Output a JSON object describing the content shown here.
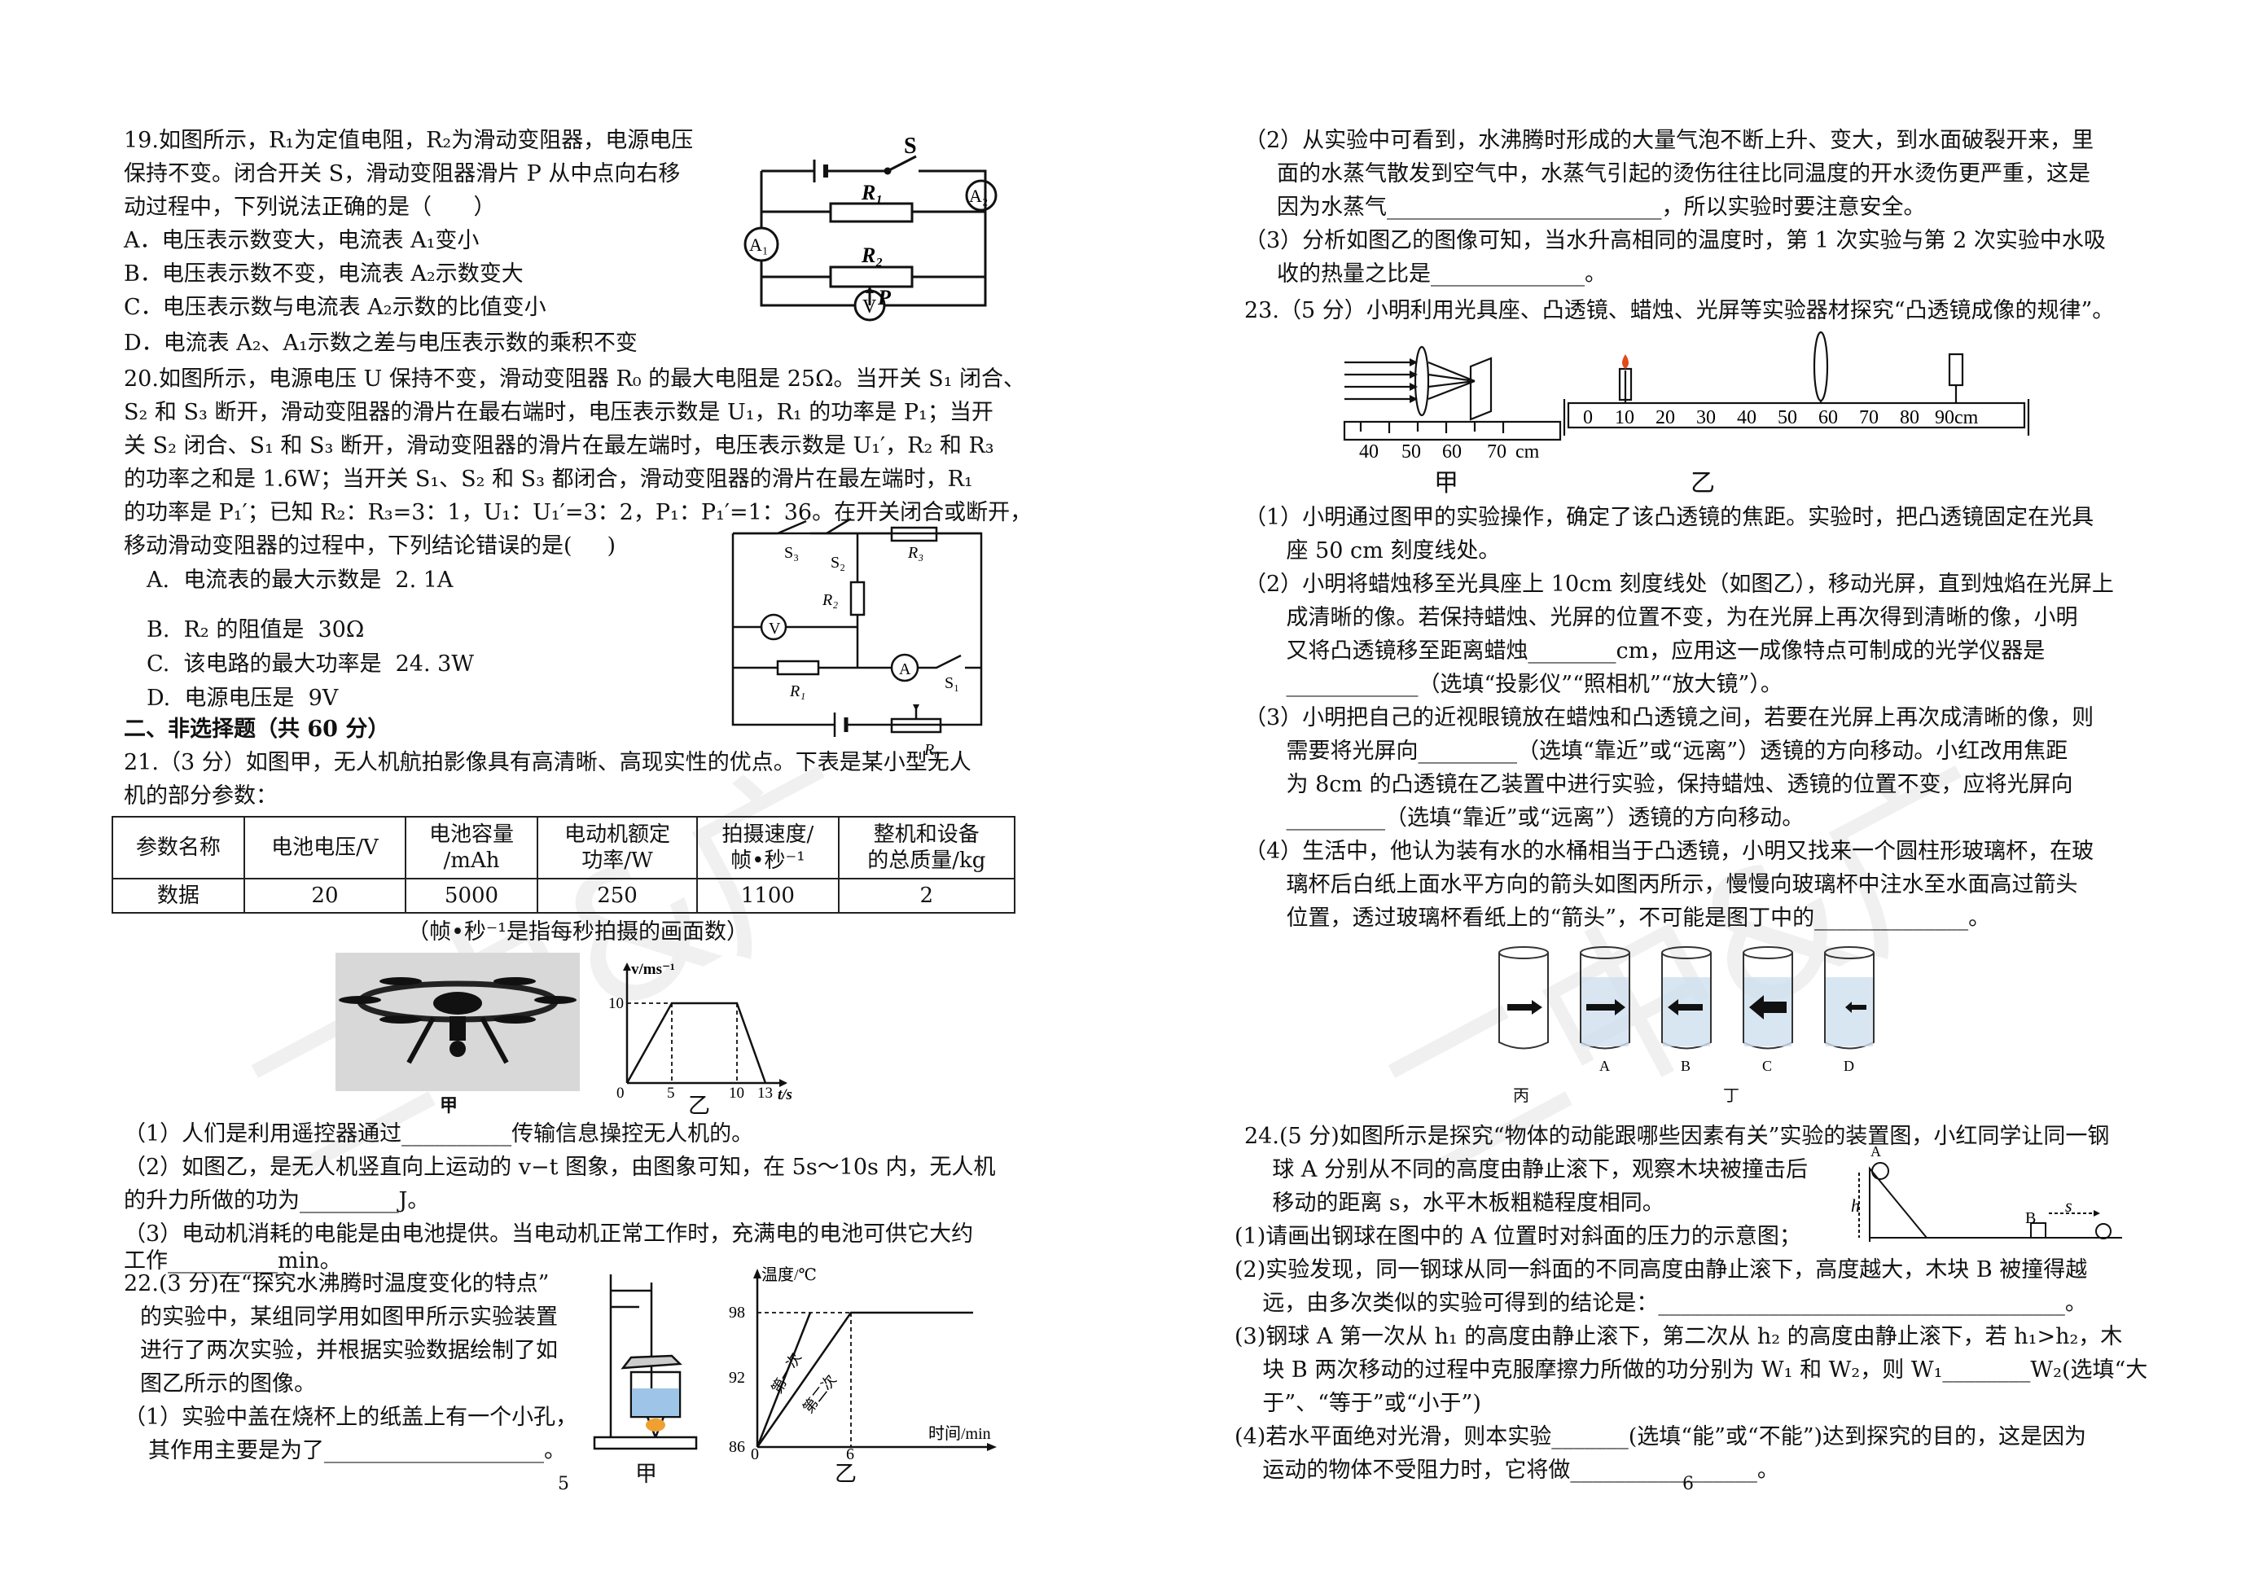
{
  "watermark": {
    "left": "二中&广",
    "right": "二中&广"
  },
  "left": {
    "q19": {
      "lines": [
        "19.如图所示，R₁为定值电阻，R₂为滑动变阻器，电源电压",
        "保持不变。闭合开关 S，滑动变阻器滑片 P 从中点向右移",
        "动过程中，下列说法正确的是（      ）",
        "A．电压表示数变大，电流表 A₁变小",
        "B．电压表示数不变，电流表 A₂示数变大",
        "C．电压表示数与电流表 A₂示数的比值变小",
        "D．电流表 A₂、A₁示数之差与电压表示数的乘积不变"
      ],
      "circuit_labels": {
        "s": "S",
        "r1": "R₁",
        "r2": "R₂",
        "a1": "A₁",
        "a2": "A₂",
        "v": "V",
        "p": "P"
      }
    },
    "q20": {
      "lines": [
        "20.如图所示，电源电压 U 保持不变，滑动变阻器 R₀ 的最大电阻是 25Ω。当开关 S₁ 闭合、",
        "S₂ 和 S₃ 断开，滑动变阻器的滑片在最右端时，电压表示数是 U₁，R₁ 的功率是 P₁；当开",
        "关 S₂ 闭合、S₁ 和 S₃ 断开，滑动变阻器的滑片在最左端时，电压表示数是 U₁′，R₂ 和 R₃",
        "的功率之和是 1.6W；当开关 S₁、S₂ 和 S₃ 都闭合，滑动变阻器的滑片在最左端时，R₁",
        "的功率是 P₁′；已知 R₂：R₃=3：1，U₁：U₁′=3：2，P₁：P₁′=1：36。在开关闭合或断开，",
        "移动滑动变阻器的过程中，下列结论错误的是(     )"
      ],
      "options": [
        "A.  电流表的最大示数是  2. 1A",
        "B.  R₂ 的阻值是  30Ω",
        "C.  该电路的最大功率是  24. 3W",
        "D.  电源电压是  9V"
      ],
      "circuit_labels": {
        "s3": "S₃",
        "s2": "S₂",
        "s1": "S₁",
        "r3": "R₃",
        "r2": "R₂",
        "r1": "R₁",
        "r0": "R₀",
        "v": "V",
        "a": "A"
      }
    },
    "section2": "二、非选择题（共 60 分）",
    "q21": {
      "lines": [
        "21.（3 分）如图甲，无人机航拍影像具有高清晰、高现实性的优点。下表是某小型无人",
        "机的部分参数："
      ],
      "table_headers": [
        "参数名称",
        "电池电压/V",
        "电池容量\n/mAh",
        "电动机额定\n功率/W",
        "拍摄速度/\n帧•秒⁻¹",
        "整机和设备\n的总质量/kg"
      ],
      "table_row": [
        "数据",
        "20",
        "5000",
        "250",
        "1100",
        "2"
      ],
      "note": "（帧•秒⁻¹是指每秒拍摄的画面数）",
      "fig_jia": "甲",
      "fig_yi": "乙",
      "graph_labels": {
        "ylabel": "v/ms⁻¹",
        "y10": "10",
        "xlabel": "t/s",
        "x0": "0",
        "x5": "5",
        "x10": "10",
        "x13": "13"
      },
      "items": [
        "（1）人们是利用遥控器通过__________传输信息操控无人机的。",
        "（2）如图乙，是无人机竖直向上运动的 v−t 图象，由图象可知，在 5s～10s 内，无人机",
        "的升力所做的功为_________J。",
        "（3）电动机消耗的电能是由电池提供。当电动机正常工作时，充满电的电池可供它大约",
        "工作__________min。"
      ]
    },
    "q22": {
      "lines": [
        "22.(3 分)在“探究水沸腾时温度变化的特点”",
        "的实验中，某组同学用如图甲所示实验装置",
        "进行了两次实验，并根据实验数据绘制了如",
        "图乙所示的图像。",
        "（1）实验中盖在烧杯上的纸盖上有一个小孔，",
        "其作用主要是为了____________________。"
      ],
      "fig_jia": "甲",
      "fig_yi": "乙",
      "graph_labels": {
        "ylabel": "温度/℃",
        "y98": "98",
        "y92": "92",
        "y86": "86",
        "x0": "0",
        "x6": "6",
        "xlabel": "时间/min",
        "line1": "第一次",
        "line2": "第二次"
      }
    },
    "page_number": "5"
  },
  "right": {
    "q22_cont": [
      "（2）从实验中可看到，水沸腾时形成的大量气泡不断上升、变大，到水面破裂开来，里",
      "面的水蒸气散发到空气中，水蒸气引起的烫伤往往比同温度的开水烫伤更严重，这是",
      "因为水蒸气_________________________，所以实验时要注意安全。",
      "（3）分析如图乙的图像可知，当水升高相同的温度时，第 1 次实验与第 2 次实验中水吸",
      "收的热量之比是______________。"
    ],
    "q23": {
      "title": "23.（5 分）小明利用光具座、凸透镜、蜡烛、光屏等实验器材探究“凸透镜成像的规律”。",
      "bench1_ticks": [
        "40",
        "50",
        "60",
        "70",
        "cm"
      ],
      "bench2_ticks": [
        "0",
        "10",
        "20",
        "30",
        "40",
        "50",
        "60",
        "70",
        "80",
        "90cm"
      ],
      "fig_jia": "甲",
      "fig_yi": "乙",
      "items": [
        "（1）小明通过图甲的实验操作，确定了该凸透镜的焦距。实验时，把凸透镜固定在光具",
        "      座 50 cm 刻度线处。",
        "（2）小明将蜡烛移至光具座上 10cm 刻度线处（如图乙），移动光屏，直到烛焰在光屏上",
        "      成清晰的像。若保持蜡烛、光屏的位置不变，为在光屏上再次得到清晰的像，小明",
        "      又将凸透镜移至距离蜡烛________cm，应用这一成像特点可制成的光学仪器是",
        "      ____________（选填“投影仪”“照相机”“放大镜”）。",
        "（3）小明把自己的近视眼镜放在蜡烛和凸透镜之间，若要在光屏上再次成清晰的像，则",
        "      需要将光屏向_________（选填“靠近”或“远离”）透镜的方向移动。小红改用焦距",
        "      为 8cm 的凸透镜在乙装置中进行实验，保持蜡烛、透镜的位置不变，应将光屏向",
        "      _________（选填“靠近”或“远离”）透镜的方向移动。",
        "（4）生活中，他认为装有水的水桶相当于凸透镜，小明又找来一个圆柱形玻璃杯，在玻",
        "      璃杯后白纸上面水平方向的箭头如图丙所示，慢慢向玻璃杯中注水至水面高过箭头",
        "      位置，透过玻璃杯看纸上的“箭头”，不可能是图丁中的______________。"
      ],
      "cup_labels": [
        "A",
        "B",
        "C",
        "D"
      ],
      "fig_bing": "丙",
      "fig_ding": "丁"
    },
    "q24": {
      "lines": [
        "24.(5 分)如图所示是探究“物体的动能跟哪些因素有关”实验的装置图，小红同学让同一钢",
        "    球 A 分别从不同的高度由静止滚下，观察木块被撞击后",
        "    移动的距离 s，水平木板粗糙程度相同。",
        "(1)请画出钢球在图中的 A 位置时对斜面的压力的示意图；",
        "(2)实验发现，同一钢球从同一斜面的不同高度由静止滚下，高度越大，木块 B 被撞得越",
        "    远，由多次类似的实验可得到的结论是：_____________________________________。",
        "(3)钢球 A 第一次从 h₁ 的高度由静止滚下，第二次从 h₂ 的高度由静止滚下，若 h₁>h₂，木",
        "    块 B 两次移动的过程中克服摩擦力所做的功分别为 W₁ 和 W₂，则 W₁________W₂(选填“大",
        "    于”、“等于”或“小于”)",
        "(4)若水平面绝对光滑，则本实验_______(选填“能”或“不能”)达到探究的目的，这是因为",
        "    运动的物体不受阻力时，它将做_________________。"
      ],
      "fig_labels": {
        "a": "A",
        "h": "h",
        "b": "B",
        "s": "s"
      }
    },
    "page_number": "6"
  }
}
